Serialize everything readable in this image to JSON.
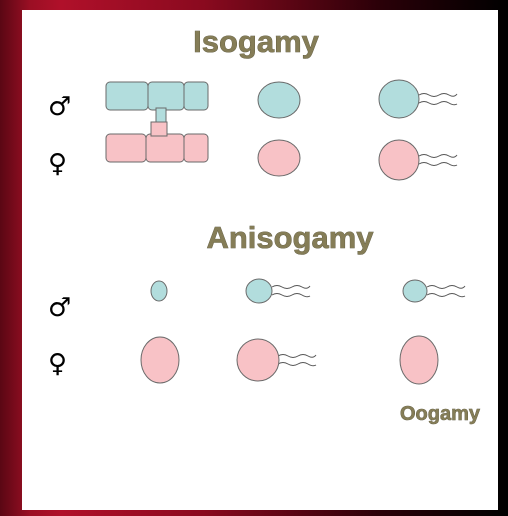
{
  "headings": {
    "isogamy": "Isogamy",
    "anisogamy": "Anisogamy",
    "oogamy": "Oogamy"
  },
  "symbols": {
    "male": "♂",
    "female": "♀"
  },
  "colors": {
    "male_cell": "#b2dddd",
    "female_cell": "#f8c2c6",
    "heading_text": "#857d57",
    "border_red": "#b0102a"
  }
}
